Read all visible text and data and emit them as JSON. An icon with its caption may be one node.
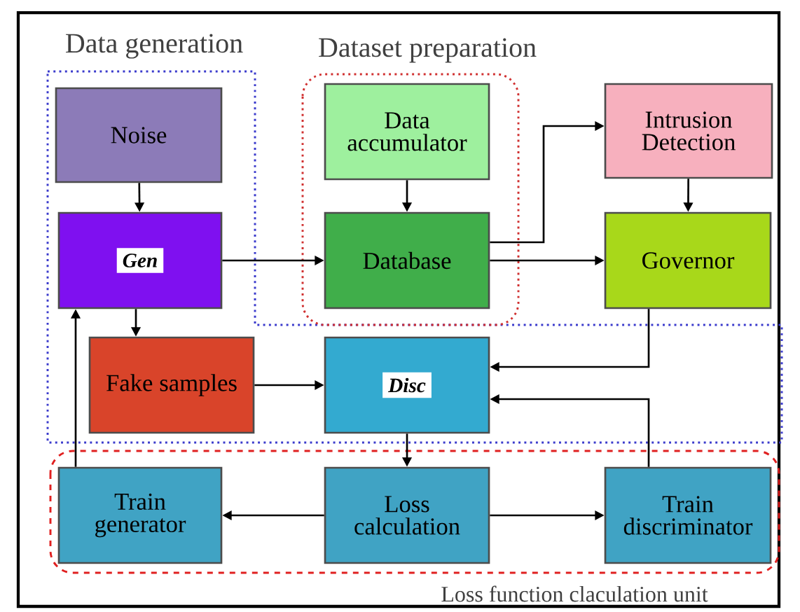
{
  "diagram": {
    "nodes": [
      {
        "text": [
          "Data generation"
        ]
      },
      {
        "text": [
          "Noise"
        ],
        "in": 0
      },
      {
        "text": [
          "Gen"
        ],
        "in": 0
      },
      {
        "text": [
          "Fake samples"
        ],
        "in": 0
      },
      {
        "text": [
          "Disc"
        ],
        "in": 0
      },
      {
        "text": [
          "Dataset preparation"
        ]
      },
      {
        "text": [
          "Data accumulator"
        ],
        "in": 5
      },
      {
        "text": [
          "Database"
        ],
        "in": 5
      },
      {
        "text": [
          "Intrusion Detection"
        ]
      },
      {
        "text": [
          "Governor"
        ]
      },
      {
        "text": [
          "Loss function claculation unit"
        ]
      },
      {
        "text": [
          "Train generator"
        ],
        "in": 10
      },
      {
        "text": [
          "Loss calculation"
        ],
        "in": 10
      },
      {
        "text": [
          "Train discriminator"
        ],
        "in": 10
      }
    ],
    "edges": [
      {
        "from": 1,
        "to": 2,
        "arrow": "to"
      },
      {
        "from": 2,
        "to": 7,
        "arrow": "to"
      },
      {
        "from": 2,
        "to": 3,
        "arrow": "to"
      },
      {
        "from": 6,
        "to": 7,
        "arrow": "to"
      },
      {
        "from": 7,
        "to": 8,
        "arrow": "to"
      },
      {
        "from": 7,
        "to": 9,
        "arrow": "to"
      },
      {
        "from": 8,
        "to": 9,
        "arrow": "to"
      },
      {
        "from": 9,
        "to": 4,
        "arrow": "to"
      },
      {
        "from": 3,
        "to": 4,
        "arrow": "to"
      },
      {
        "from": 4,
        "to": 12,
        "arrow": "to"
      },
      {
        "from": 12,
        "to": 11,
        "arrow": "to"
      },
      {
        "from": 12,
        "to": 13,
        "arrow": "to"
      },
      {
        "from": 13,
        "to": 4,
        "arrow": "to"
      },
      {
        "from": 11,
        "to": 2,
        "arrow": "to"
      }
    ]
  }
}
